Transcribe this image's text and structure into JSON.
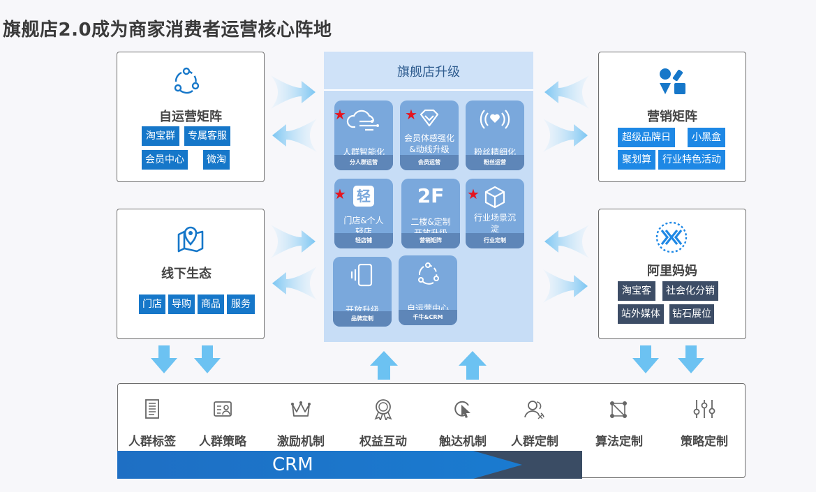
{
  "title": "旗舰店2.0成为商家消费者运营核心阵地",
  "center": {
    "header": "旗舰店升级",
    "tiles": [
      {
        "label": "人群智能化",
        "footer": "分人群运营",
        "icon": "cloud-circuit-icon",
        "star": true
      },
      {
        "label": "会员体感强化&动线升级",
        "footer": "会员运营",
        "icon": "diamond-icon",
        "star": true
      },
      {
        "label": "粉丝精细化",
        "footer": "粉丝运营",
        "icon": "broadcast-heart-icon",
        "star": false
      },
      {
        "label": "门店&个人轻店",
        "footer": "轻店铺",
        "icon": "qing-icon",
        "icon_text": "轻",
        "star": true
      },
      {
        "label": "二楼&定制开放升级",
        "footer": "营销矩阵",
        "icon": "2f-icon",
        "icon_text": "2F",
        "star": false
      },
      {
        "label": "行业场景沉淀",
        "footer": "行业定制",
        "icon": "cube-icon",
        "star": true
      },
      {
        "label": "开放升级",
        "footer": "品牌定制",
        "icon": "phone-vibrate-icon",
        "star": false
      },
      {
        "label": "自运营中心",
        "footer": "千牛&CRM",
        "icon": "circular-nodes-icon",
        "star": false
      }
    ]
  },
  "panels": {
    "self_ops": {
      "title": "自运营矩阵",
      "icon": "circular-nodes-icon",
      "tags": [
        "淘宝群",
        "专属客服",
        "会员中心",
        "微淘"
      ]
    },
    "offline": {
      "title": "线下生态",
      "icon": "map-pin-icon",
      "tags": [
        "门店",
        "导购",
        "商品",
        "服务"
      ]
    },
    "marketing": {
      "title": "营销矩阵",
      "icon": "shapes-icon",
      "tags": [
        "超级品牌日",
        "小黑盒",
        "聚划算",
        "行业特色活动"
      ]
    },
    "alimama": {
      "title": "阿里妈妈",
      "icon": "alimama-logo-icon",
      "tags": [
        "淘宝客",
        "社会化分销",
        "站外媒体",
        "钻石展位"
      ]
    }
  },
  "mechanisms": [
    {
      "label": "人群标签",
      "icon": "receipt-icon"
    },
    {
      "label": "人群策略",
      "icon": "id-card-icon"
    },
    {
      "label": "激励机制",
      "icon": "crown-icon"
    },
    {
      "label": "权益互动",
      "icon": "medal-icon"
    },
    {
      "label": "触达机制",
      "icon": "cursor-circle-icon"
    },
    {
      "label": "人群定制",
      "icon": "users-icon"
    },
    {
      "label": "算法定制",
      "icon": "node-graph-icon"
    },
    {
      "label": "策略定制",
      "icon": "sliders-icon"
    }
  ],
  "crm": {
    "label": "CRM"
  },
  "colors": {
    "tag_blue": "#1677c9",
    "tag_dark": "#3d4d66",
    "tile": "#7aa8dc",
    "crm_blue": "#1e6fc4",
    "crm_dark": "#3a4c64",
    "arrow": "#66c3f3",
    "star": "#e6141e"
  }
}
